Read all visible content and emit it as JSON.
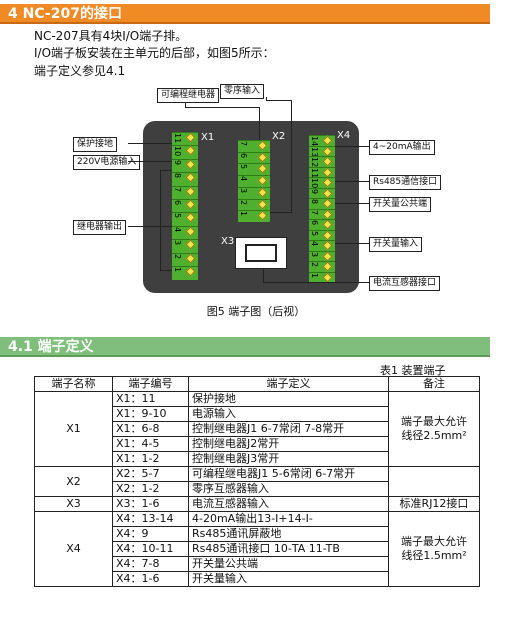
{
  "section1": {
    "title": "4  NC-207的接口"
  },
  "intro": [
    "NC-207具有4块I/O端子排。",
    "I/O端子板安装在主单元的后部，如图5所示：",
    "端子定义参见4.1"
  ],
  "diagram": {
    "labels": {
      "prog_relay": "可编程继电器",
      "zero_seq": "零序输入",
      "protect_ground": "保护接地",
      "power_in": "220V电源输入",
      "relay_out": "继电器输出",
      "ma_out": "4~20mA输出",
      "rs485": "Rs485通信接口",
      "switch_common": "开关量公共端",
      "switch_in": "开关量输入",
      "ct_port": "电流互感器接口"
    },
    "blocks": {
      "x1": "X1",
      "x2": "X2",
      "x3": "X3",
      "x4": "X4"
    },
    "x1_nums": [
      "11",
      "10",
      "9",
      "8",
      "7",
      "6",
      "5",
      "4",
      "3",
      "2",
      "1"
    ],
    "x2_nums": [
      "7",
      "6",
      "5",
      "4",
      "3",
      "2",
      "1"
    ],
    "x4_nums": [
      "14",
      "13",
      "12",
      "11",
      "10",
      "9",
      "8",
      "7",
      "6",
      "5",
      "4",
      "3",
      "2",
      "1"
    ],
    "caption": "图5  端子图（后视）"
  },
  "section2": {
    "title": "4.1  端子定义"
  },
  "table": {
    "caption": "表1   装置端子",
    "headers": [
      "端子名称",
      "端子编号",
      "端子定义",
      "备注"
    ],
    "groups": [
      {
        "name": "X1",
        "note": "端子最大允许\n线径2.5mm²",
        "rows": [
          [
            "X1：11",
            "保护接地"
          ],
          [
            "X1：9-10",
            "电源输入"
          ],
          [
            "X1：6-8",
            "控制继电器J1    6-7常闭 7-8常开"
          ],
          [
            "X1：4-5",
            "控制继电器J2常开"
          ],
          [
            "X1：1-2",
            "控制继电器J3常开"
          ]
        ]
      },
      {
        "name": "X2",
        "note": "",
        "rows": [
          [
            "X2：5-7",
            "可编程继电器J1  5-6常闭 6-7常开"
          ],
          [
            "X2：1-2",
            "零序互感器输入"
          ]
        ]
      },
      {
        "name": "X3",
        "note": "标准RJ12接口",
        "rows": [
          [
            "X3：1-6",
            "电流互感器输入"
          ]
        ]
      },
      {
        "name": "X4",
        "note": "端子最大允许\n线径1.5mm²",
        "rows": [
          [
            "X4：13-14",
            "4-20mA输出13-I+14-I-"
          ],
          [
            "X4：9",
            "Rs485通讯屏蔽地"
          ],
          [
            "X4：10-11",
            "Rs485通讯接口  10-TA  11-TB"
          ],
          [
            "X4：7-8",
            "开关量公共端"
          ],
          [
            "X4：1-6",
            "开关量输入"
          ]
        ]
      }
    ]
  }
}
